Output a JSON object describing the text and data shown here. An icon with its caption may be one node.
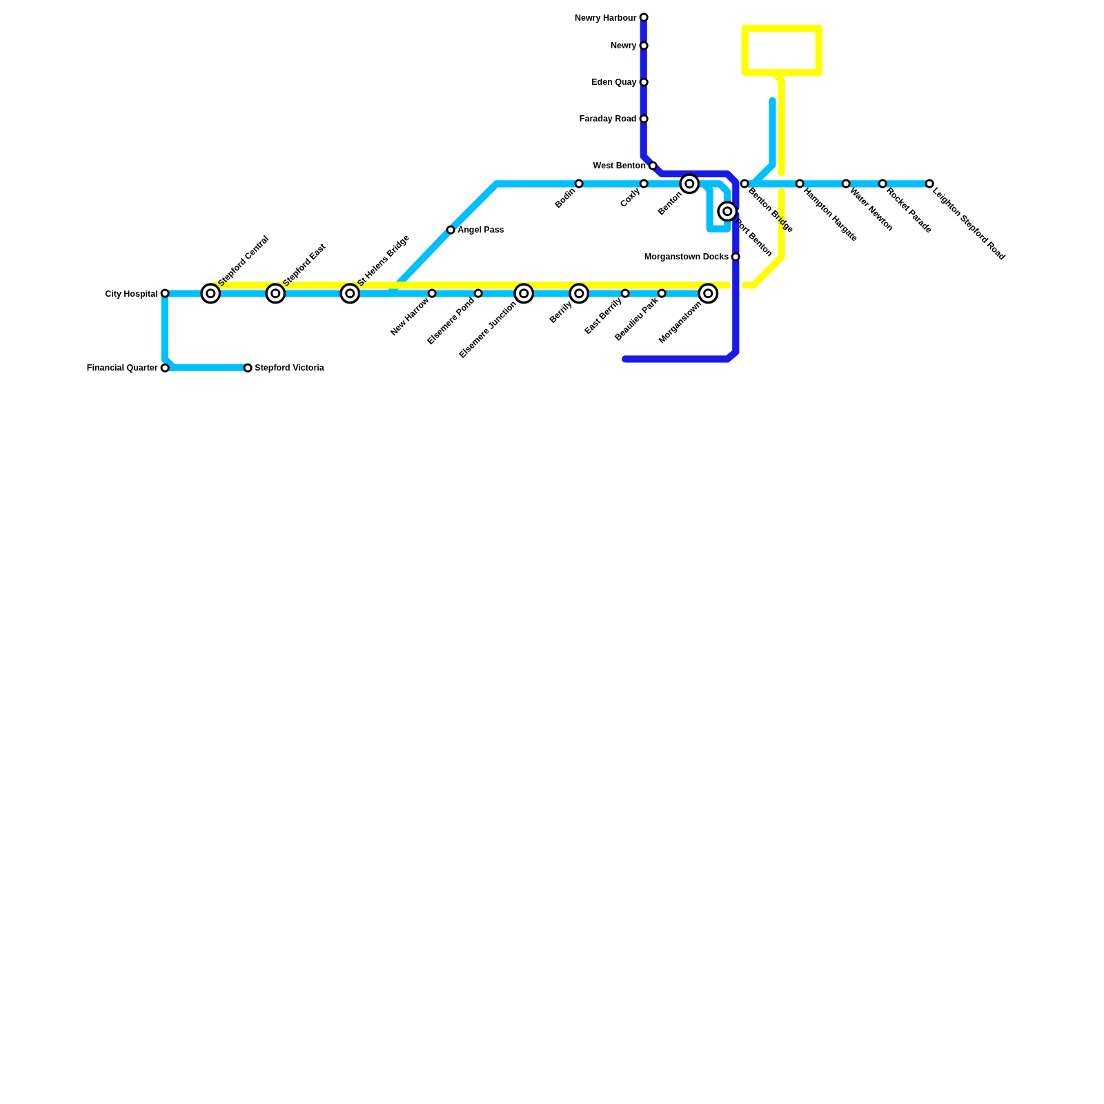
{
  "diagram": {
    "nodes": [
      {
        "text": [],
        "shape": "circle",
        "beside": [
          "Newry Harbour"
        ]
      },
      {
        "text": [],
        "shape": "circle",
        "beside": [
          "Newry"
        ]
      },
      {
        "text": [],
        "shape": "circle",
        "beside": [
          "Eden Quay"
        ]
      },
      {
        "text": [],
        "shape": "circle",
        "beside": [
          "Faraday Road"
        ]
      },
      {
        "text": [],
        "shape": "circle",
        "beside": [
          "West Benton"
        ]
      },
      {
        "text": [],
        "shape": "circle",
        "beside": [
          "Bodin"
        ]
      },
      {
        "text": [],
        "shape": "circle",
        "beside": [
          "Coxly"
        ]
      },
      {
        "text": [],
        "shape": "ring",
        "beside": [
          "Benton"
        ]
      },
      {
        "text": [],
        "shape": "circle",
        "beside": [
          "Benton Bridge"
        ]
      },
      {
        "text": [],
        "shape": "circle",
        "beside": [
          "Hampton Hargate"
        ]
      },
      {
        "text": [],
        "shape": "circle",
        "beside": [
          "Water Newton"
        ]
      },
      {
        "text": [],
        "shape": "circle",
        "beside": [
          "Rocket Parade"
        ]
      },
      {
        "text": [],
        "shape": "circle",
        "beside": [
          "Leighton Stepford Road"
        ]
      },
      {
        "text": [],
        "shape": "ring",
        "beside": [
          "Port Benton"
        ]
      },
      {
        "text": [],
        "shape": "circle",
        "beside": [
          "Angel Pass"
        ]
      },
      {
        "text": [],
        "shape": "circle",
        "beside": [
          "Morganstown Docks"
        ]
      },
      {
        "text": [],
        "shape": "circle",
        "beside": [
          "City Hospital"
        ]
      },
      {
        "text": [],
        "shape": "ring",
        "beside": [
          "Stepford Central"
        ]
      },
      {
        "text": [],
        "shape": "ring",
        "beside": [
          "Stepford East"
        ]
      },
      {
        "text": [],
        "shape": "ring",
        "beside": [
          "St Helens Bridge"
        ]
      },
      {
        "text": [],
        "shape": "circle",
        "beside": [
          "New Harrow"
        ]
      },
      {
        "text": [],
        "shape": "circle",
        "beside": [
          "Elsemere Pond"
        ]
      },
      {
        "text": [],
        "shape": "ring",
        "beside": [
          "Elsemere Junction"
        ]
      },
      {
        "text": [],
        "shape": "ring",
        "beside": [
          "Berrily"
        ]
      },
      {
        "text": [],
        "shape": "circle",
        "beside": [
          "East Berrily"
        ]
      },
      {
        "text": [],
        "shape": "circle",
        "beside": [
          "Beaulieu Park"
        ]
      },
      {
        "text": [],
        "shape": "ring",
        "beside": [
          "Morganstown"
        ]
      },
      {
        "text": [],
        "shape": "circle",
        "beside": [
          "Financial Quarter"
        ]
      },
      {
        "text": [],
        "shape": "circle",
        "beside": [
          "Stepford Victoria"
        ]
      }
    ],
    "edges": [
      {
        "from": 16,
        "to": 17,
        "arrow": "none"
      },
      {
        "from": 17,
        "to": 18,
        "arrow": "none"
      },
      {
        "from": 18,
        "to": 19,
        "arrow": "none"
      },
      {
        "from": 19,
        "to": 20,
        "arrow": "none"
      },
      {
        "from": 20,
        "to": 21,
        "arrow": "none"
      },
      {
        "from": 21,
        "to": 22,
        "arrow": "none"
      },
      {
        "from": 22,
        "to": 23,
        "arrow": "none"
      },
      {
        "from": 23,
        "to": 24,
        "arrow": "none"
      },
      {
        "from": 24,
        "to": 25,
        "arrow": "none"
      },
      {
        "from": 25,
        "to": 26,
        "arrow": "none"
      },
      {
        "from": 16,
        "to": 27,
        "arrow": "none"
      },
      {
        "from": 27,
        "to": 28,
        "arrow": "none"
      },
      {
        "from": 19,
        "to": 14,
        "arrow": "none"
      },
      {
        "from": 14,
        "to": 5,
        "arrow": "none"
      },
      {
        "from": 5,
        "to": 6,
        "arrow": "none"
      },
      {
        "from": 6,
        "to": 7,
        "arrow": "none"
      },
      {
        "from": 7,
        "to": 13,
        "arrow": "none"
      },
      {
        "from": 8,
        "to": 9,
        "arrow": "none"
      },
      {
        "from": 9,
        "to": 10,
        "arrow": "none"
      },
      {
        "from": 10,
        "to": 11,
        "arrow": "none"
      },
      {
        "from": 11,
        "to": 12,
        "arrow": "none"
      },
      {
        "from": 8,
        "to": null,
        "arrow": "none"
      },
      {
        "from": 0,
        "to": 1,
        "arrow": "none",
        "color": "#1a1ae6"
      },
      {
        "from": 1,
        "to": 2,
        "arrow": "none",
        "color": "#1a1ae6"
      },
      {
        "from": 2,
        "to": 3,
        "arrow": "none",
        "color": "#1a1ae6"
      },
      {
        "from": 3,
        "to": 4,
        "arrow": "none",
        "color": "#1a1ae6"
      },
      {
        "from": 4,
        "to": 13,
        "arrow": "none",
        "color": "#1a1ae6"
      },
      {
        "from": 13,
        "to": 15,
        "arrow": "none",
        "color": "#1a1ae6"
      },
      {
        "from": 15,
        "to": null,
        "arrow": "none",
        "color": "#1a1ae6"
      },
      {
        "from": 17,
        "to": 18,
        "arrow": "none",
        "color": "#ffff00"
      },
      {
        "from": 18,
        "to": 19,
        "arrow": "none",
        "color": "#ffff00"
      },
      {
        "from": 19,
        "to": 22,
        "arrow": "none",
        "color": "#ffff00"
      },
      {
        "from": 22,
        "to": 23,
        "arrow": "none",
        "color": "#ffff00"
      },
      {
        "from": 23,
        "to": 26,
        "arrow": "none",
        "color": "#ffff00"
      },
      {
        "from": 26,
        "to": null,
        "arrow": "none",
        "color": "#ffff00"
      }
    ]
  }
}
